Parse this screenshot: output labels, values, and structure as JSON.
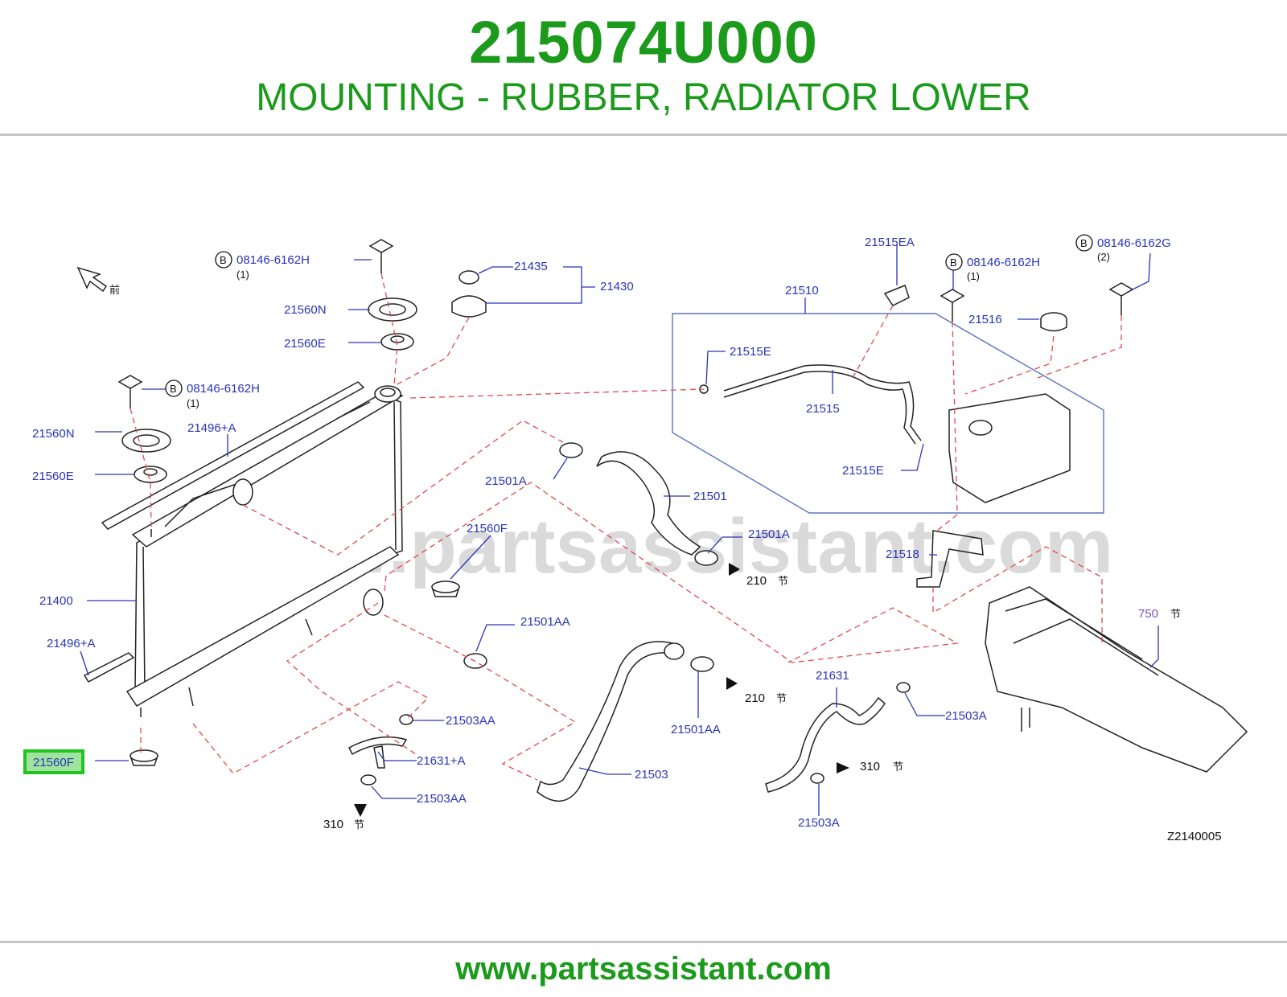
{
  "header": {
    "part_number": "215074U000",
    "description": "MOUNTING - RUBBER, RADIATOR LOWER"
  },
  "footer": {
    "url": "www.partsassistant.com"
  },
  "diagram": {
    "watermark": "www.partsassistant.com",
    "code": "Z2140005",
    "front_mark": "前",
    "section_mark": "节",
    "bolt_badge": "B",
    "labels": {
      "bolt_08146_h_1": "08146-6162H",
      "bolt_08146_h_1_qty": "(1)",
      "bolt_08146_h_2": "08146-6162H",
      "bolt_08146_h_2_qty": "(1)",
      "bolt_08146_h_3": "08146-6162H",
      "bolt_08146_h_3_qty": "(1)",
      "bolt_08146_g": "08146-6162G",
      "bolt_08146_g_qty": "(2)",
      "p21435": "21435",
      "p21430": "21430",
      "p21560n_top": "21560N",
      "p21560e_top": "21560E",
      "p21560n_left": "21560N",
      "p21560e_left": "21560E",
      "p21496a_top": "21496+A",
      "p21496a_bot": "21496+A",
      "p21400": "21400",
      "p21560f_left": "21560F",
      "p21560f_mid": "21560F",
      "p21501a_1": "21501A",
      "p21501": "21501",
      "p21501a_2": "21501A",
      "p21501aa_1": "21501AA",
      "p21501aa_2": "21501AA",
      "p21503aa_1": "21503AA",
      "p21631a": "21631+A",
      "p21503aa_2": "21503AA",
      "p21503": "21503",
      "p21631": "21631",
      "p21503a_1": "21503A",
      "p21503a_2": "21503A",
      "p21510": "21510",
      "p21515ea": "21515EA",
      "p21515e_1": "21515E",
      "p21515": "21515",
      "p21515e_2": "21515E",
      "p21516": "21516",
      "p21518": "21518",
      "ref_210_1": "210",
      "ref_210_2": "210",
      "ref_310_1": "310",
      "ref_310_2": "310",
      "ref_750": "750"
    }
  }
}
